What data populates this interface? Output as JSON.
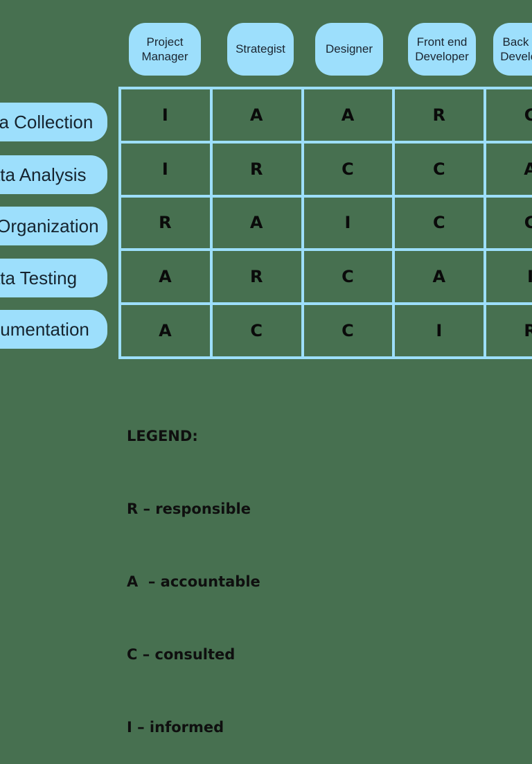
{
  "matrix": {
    "columns": [
      "Project Manager",
      "Strategist",
      "Designer",
      "Front end Developer",
      "Back end Developer"
    ],
    "rows": [
      "Data Collection",
      "Data Analysis",
      "Data Organization",
      "Data Testing",
      "Documentation"
    ],
    "values": [
      [
        "I",
        "A",
        "A",
        "R",
        "C"
      ],
      [
        "I",
        "R",
        "C",
        "C",
        "A"
      ],
      [
        "R",
        "A",
        "I",
        "C",
        "C"
      ],
      [
        "A",
        "R",
        "C",
        "A",
        "I"
      ],
      [
        "A",
        "C",
        "C",
        "I",
        "R"
      ]
    ]
  },
  "legend": {
    "title": "LEGEND:",
    "entries": [
      "R – responsible",
      "A  – accountable",
      "C – consulted",
      "I – informed"
    ]
  },
  "colors": {
    "background": "#477050",
    "accent_blue": "#9DDFFC",
    "header_text": "#1B2530",
    "cell_letter": "#0A0A0A",
    "legend_text": "#0F0F0F"
  }
}
